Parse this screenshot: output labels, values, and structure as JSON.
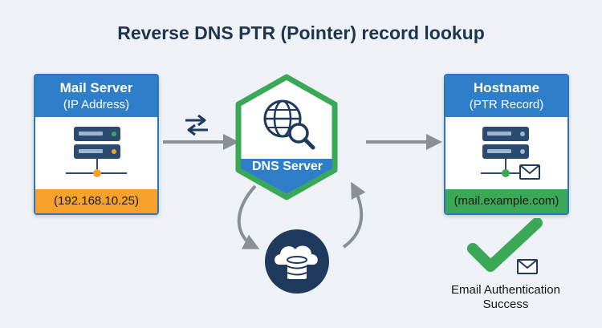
{
  "title": "Reverse DNS PTR (Pointer) record lookup",
  "colors": {
    "blue": "#2e7ec9",
    "green": "#3aa857",
    "orange": "#f5a12c",
    "navy": "#1f3a5c",
    "gray": "#8a8f96"
  },
  "mail_server": {
    "title": "Mail Server",
    "subtitle": "(IP Address)",
    "value": "(192.168.10.25)",
    "icon": "server-rack-icon"
  },
  "dns_server": {
    "label": "DNS Server",
    "icon": "globe-search-icon"
  },
  "hostname": {
    "title": "Hostname",
    "subtitle": "(PTR Record)",
    "value": "(mail.example.com)",
    "icon": "server-envelope-icon"
  },
  "database": {
    "icon": "cloud-database-icon"
  },
  "success": {
    "line1": "Email Authentication",
    "line2": "Success",
    "icon": "checkmark-envelope-icon"
  }
}
